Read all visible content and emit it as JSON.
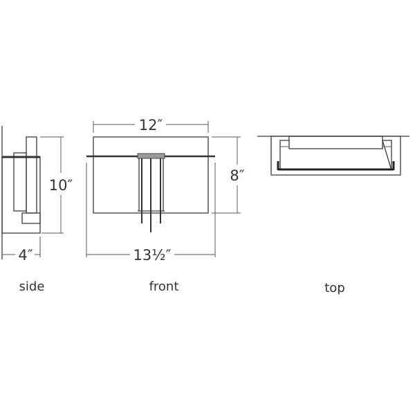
{
  "views": {
    "side": {
      "label": "side",
      "height_dim": "10″",
      "depth_dim": "4″"
    },
    "front": {
      "label": "front",
      "width_dim": "12″",
      "height_dim": "8″",
      "overall_width_dim": "13½″"
    },
    "top": {
      "label": "top"
    }
  },
  "colors": {
    "line": "#3a3a3a",
    "accent_gray": "#9a9a9a"
  }
}
